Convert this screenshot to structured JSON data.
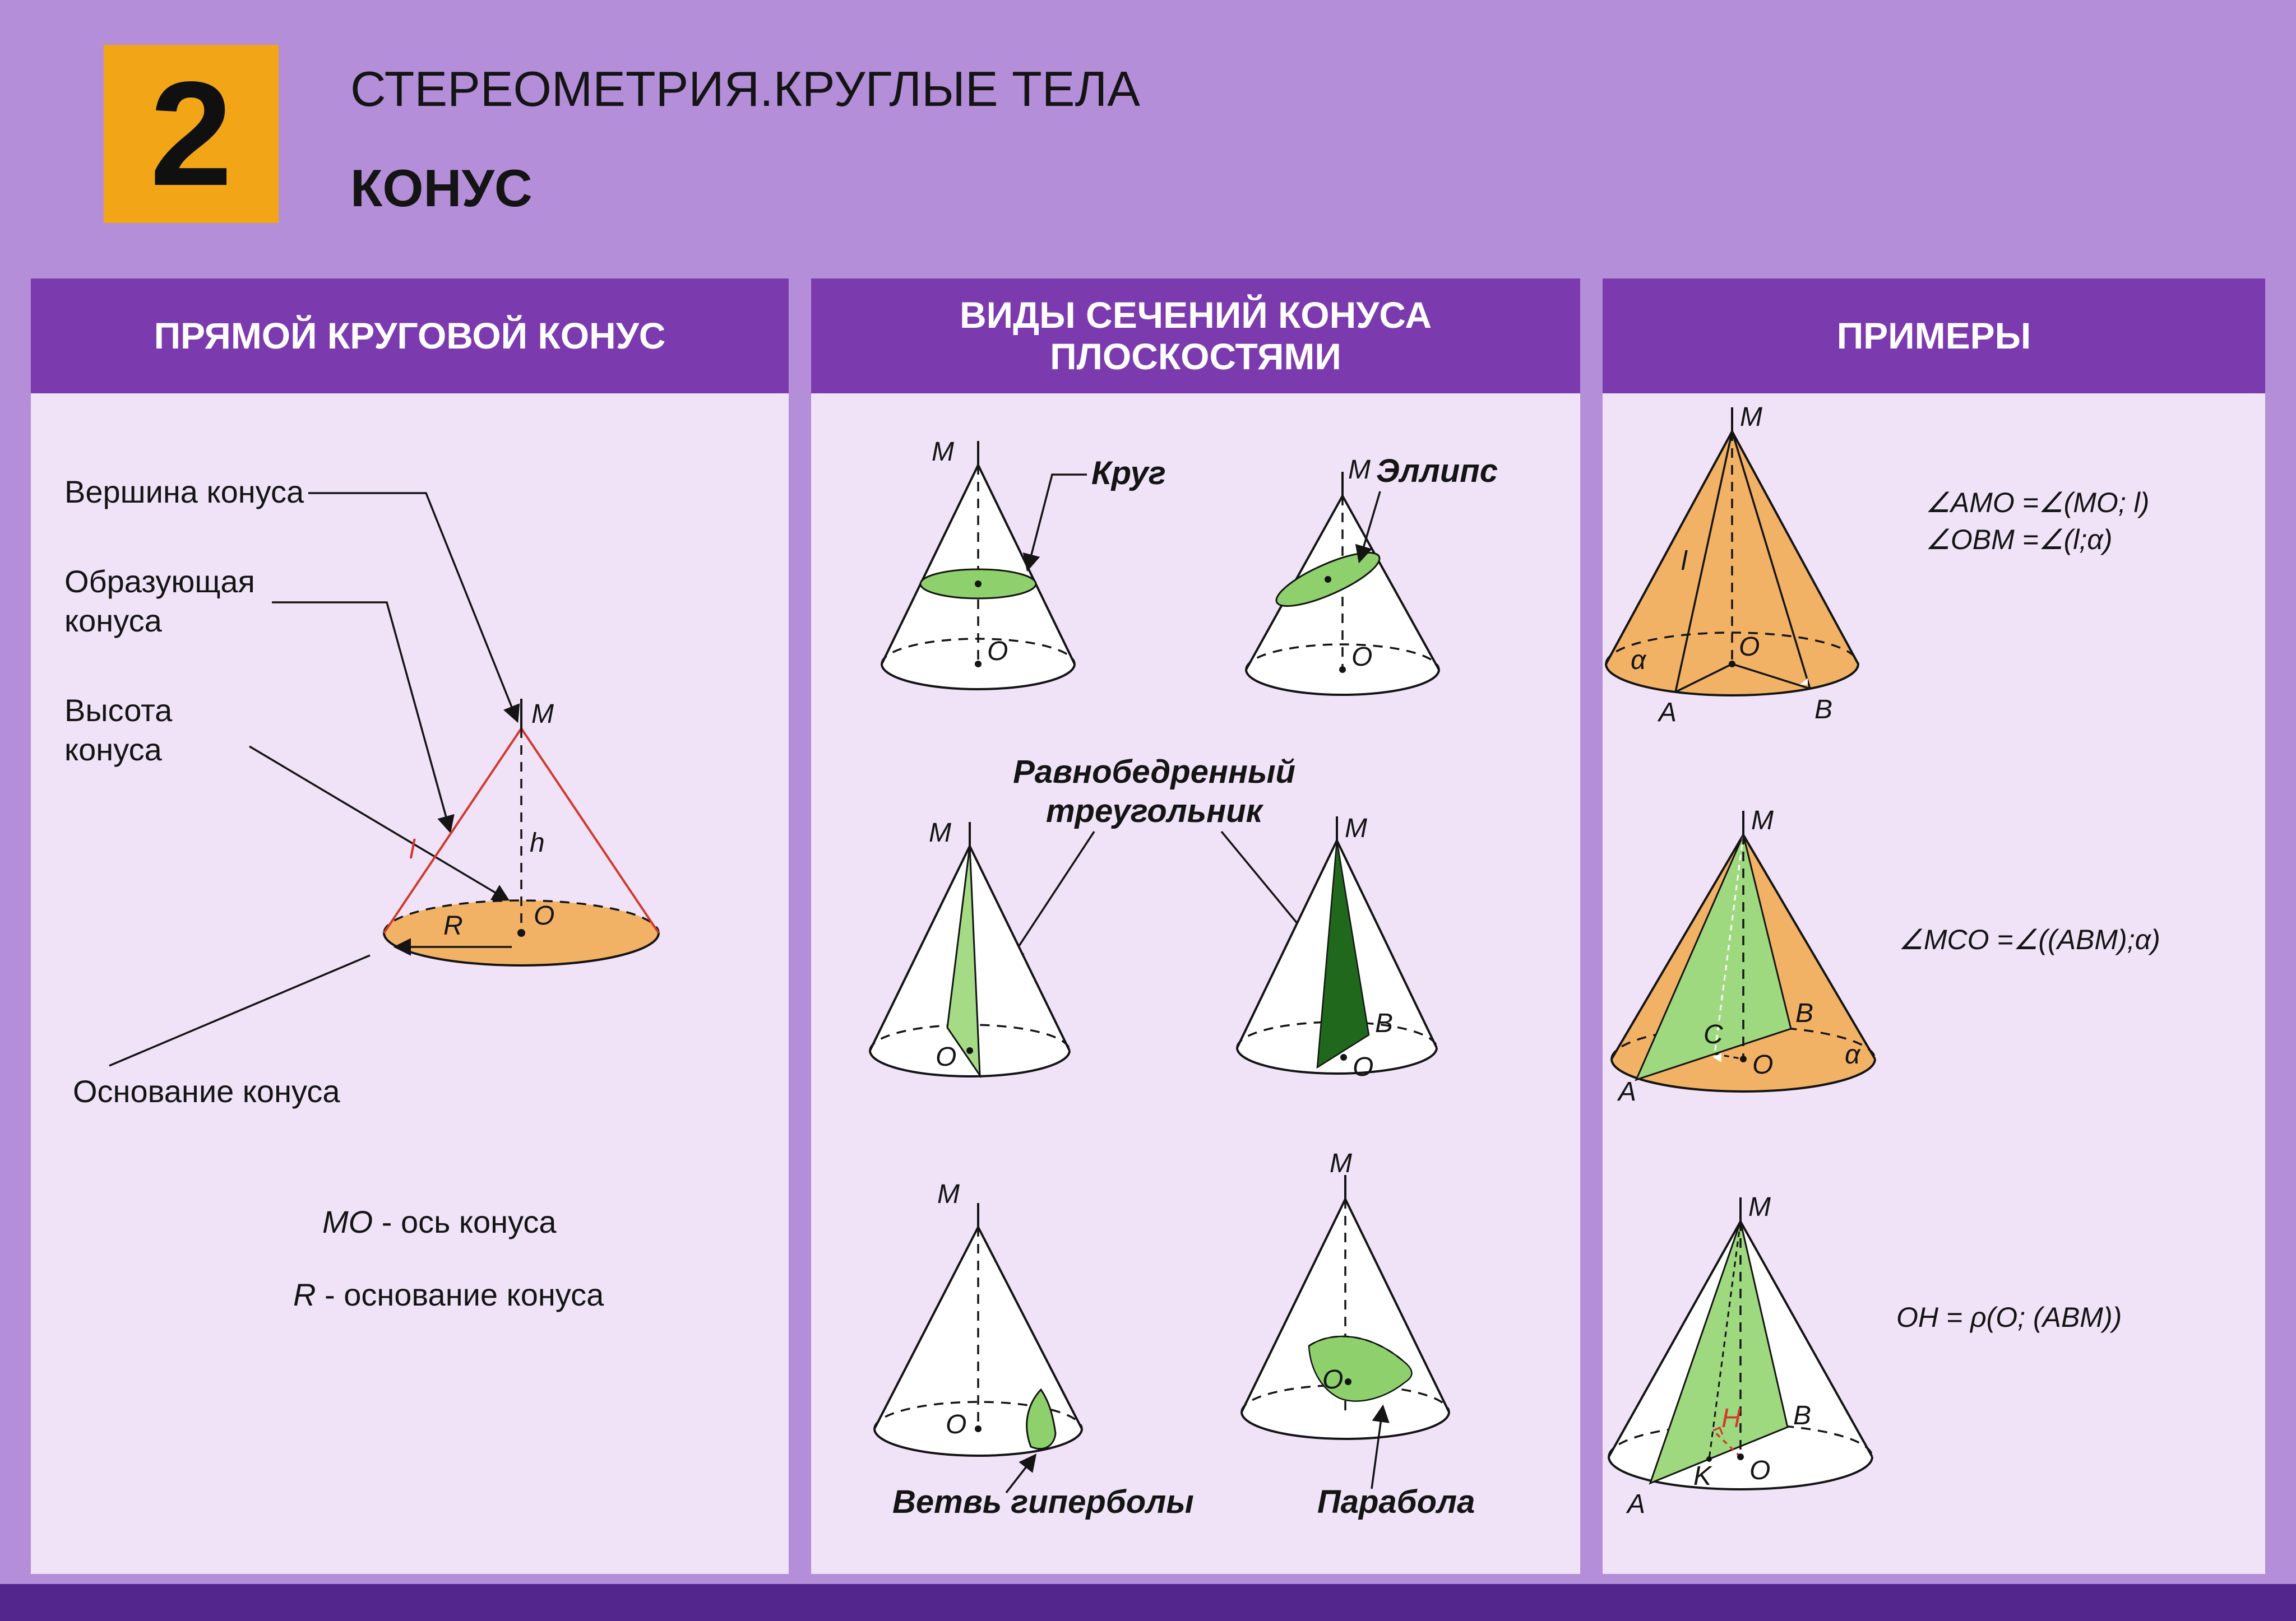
{
  "page": {
    "badge": "2",
    "title": "СТЕРЕОМЕТРИЯ.КРУГЛЫЕ ТЕЛА",
    "subtitle": "КОНУС"
  },
  "panel1": {
    "header": "ПРЯМОЙ КРУГОВОЙ КОНУС",
    "callout_vertex": "Вершина конуса",
    "callout_generatrix_1": "Образующая",
    "callout_generatrix_2": "конуса",
    "callout_height_1": "Высота",
    "callout_height_2": "конуса",
    "callout_base": "Основание конуса",
    "letters": {
      "M": "M",
      "h": "h",
      "l": "l",
      "R": "R",
      "O": "O"
    },
    "note_axis_var": "MO",
    "note_axis_rest": " - ось конуса",
    "note_base_var": "R",
    "note_base_rest": " - основание конуса"
  },
  "panel2": {
    "header_1": "ВИДЫ СЕЧЕНИЙ КОНУСА",
    "header_2": "ПЛОСКОСТЯМИ",
    "label_circle": "Круг",
    "label_ellipse": "Эллипс",
    "label_isosceles_1": "Равнобедренный",
    "label_isosceles_2": "треугольник",
    "label_hyperbola": "Ветвь гиперболы",
    "label_parabola": "Парабола",
    "letters": {
      "M": "M",
      "O": "O",
      "B": "B"
    }
  },
  "panel3": {
    "header": "ПРИМЕРЫ",
    "formula_1a": "∠AMO =∠(MO; l)",
    "formula_1b": "∠OBM =∠(l;α)",
    "formula_2": "∠MCO =∠((ABM);α)",
    "formula_3": "OH = ρ(O; (ABM))",
    "letters": {
      "M": "M",
      "O": "O",
      "A": "A",
      "B": "B",
      "C": "C",
      "H": "H",
      "K": "K",
      "l": "l",
      "alpha": "α"
    }
  }
}
